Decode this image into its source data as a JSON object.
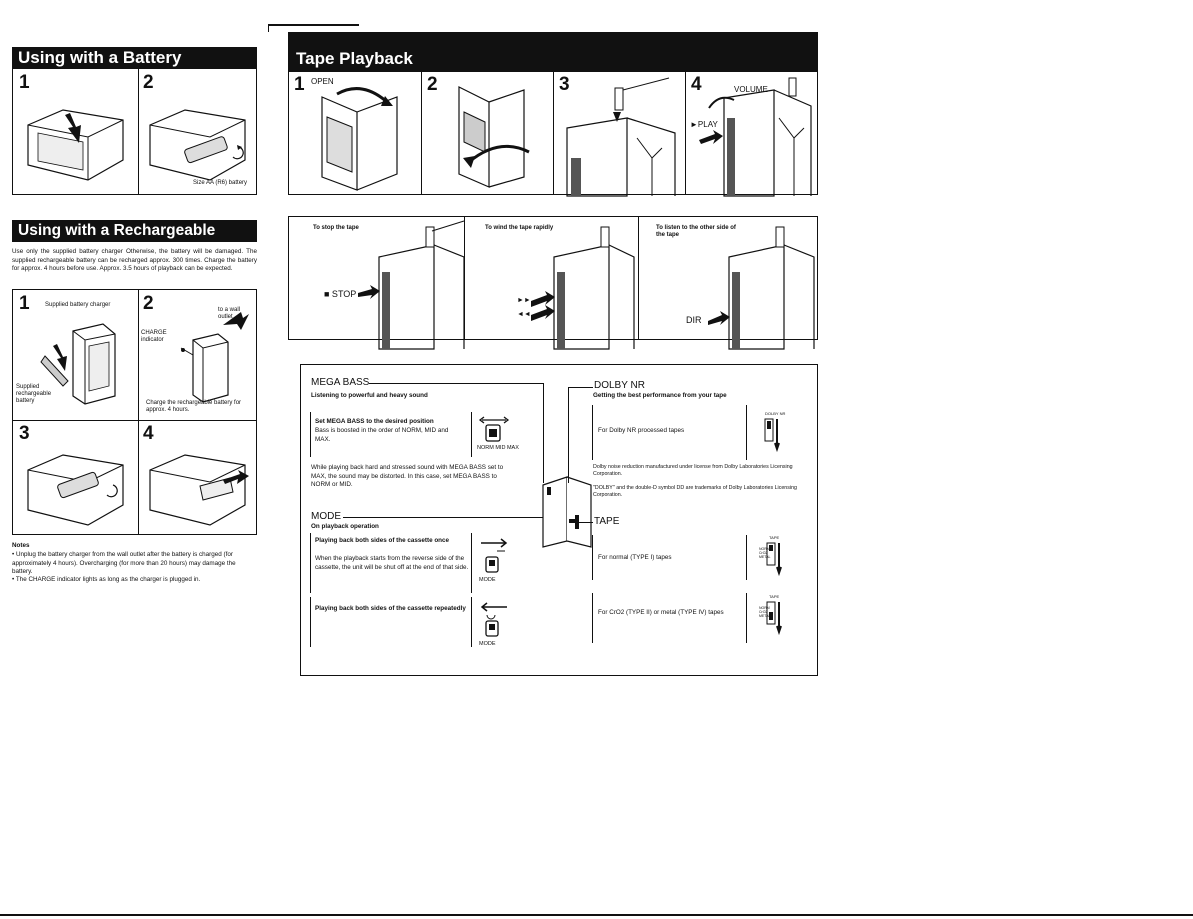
{
  "battery": {
    "title": "Using with a Battery",
    "steps": [
      "1",
      "2"
    ],
    "caption": "Size AA (R6) battery"
  },
  "rechargeable": {
    "title": "Using with a Rechargeable Battery",
    "intro": "Use only the supplied battery charger Otherwise, the battery will be damaged. The supplied rechargeable battery can be recharged approx. 300 times. Charge the battery for approx. 4 hours before use. Approx. 3.5 hours of playback can be expected.",
    "steps": [
      "1",
      "2",
      "3",
      "4"
    ],
    "step1_charger_label": "Supplied battery charger",
    "step1_battery_label": "Supplied rechargeable battery",
    "step2_outlet_label": "to a wall outlet",
    "step2_indicator_label": "CHARGE indicator",
    "step2_caption": "Charge the rechargeable battery for approx. 4 hours.",
    "notes_title": "Notes",
    "notes": [
      "• Unplug the battery charger from the wall outlet after the battery is charged (for approximately 4 hours). Overcharging (for more than 20 hours) may damage the battery.",
      "• The CHARGE indicator lights as long as the charger is plugged in."
    ]
  },
  "playback": {
    "title": "Tape Playback",
    "steps": [
      "1",
      "2",
      "3",
      "4"
    ],
    "open_label": "OPEN",
    "volume_label": "VOLUME",
    "play_label": "►PLAY"
  },
  "operations": {
    "stop_title": "To stop the tape",
    "stop_label": "■ STOP",
    "wind_title": "To wind the tape rapidly",
    "wind_ff": "►►",
    "wind_rew": "◄◄",
    "other_side_title": "To listen to the other side of the tape",
    "dir_label": "DIR"
  },
  "features": {
    "mega_bass": {
      "title": "MEGA BASS",
      "subtitle": "Listening to powerful and heavy sound",
      "set_heading": "Set MEGA BASS to the desired position",
      "set_text": "Bass is boosted in the order of NORM, MID and MAX.",
      "switch_labels": "NORM MID MAX",
      "warning": "While playing back hard and stressed sound with MEGA BASS set to MAX, the sound may be distorted. In this case, set MEGA BASS to NORM or MID."
    },
    "mode": {
      "title": "MODE",
      "subtitle": "On playback operation",
      "once_heading": "Playing back both sides of the cassette once",
      "once_text": "When the playback starts from the reverse side of the cassette, the unit will be shut off at the end of that side.",
      "repeat_heading": "Playing back both sides of the cassette repeatedly",
      "switch_label": "MODE"
    },
    "dolby": {
      "title": "DOLBY NR",
      "subtitle": "Getting the best performance from your tape",
      "text": "For Dolby NR processed tapes",
      "switch_label": "DOLBY NR",
      "license": "Dolby noise reduction manufactured under license from Dolby Laboratories Licensing Corporation.",
      "trademark": "\"DOLBY\" and the double-D symbol DD are trademarks of Dolby Laboratories Licensing Corporation."
    },
    "tape": {
      "title": "TAPE",
      "normal_text": "For normal (TYPE I) tapes",
      "metal_text": "For CrO2 (TYPE II) or metal (TYPE IV) tapes",
      "switch_label": "TAPE",
      "switch_positions": "NORM CrO2 METAL"
    }
  }
}
